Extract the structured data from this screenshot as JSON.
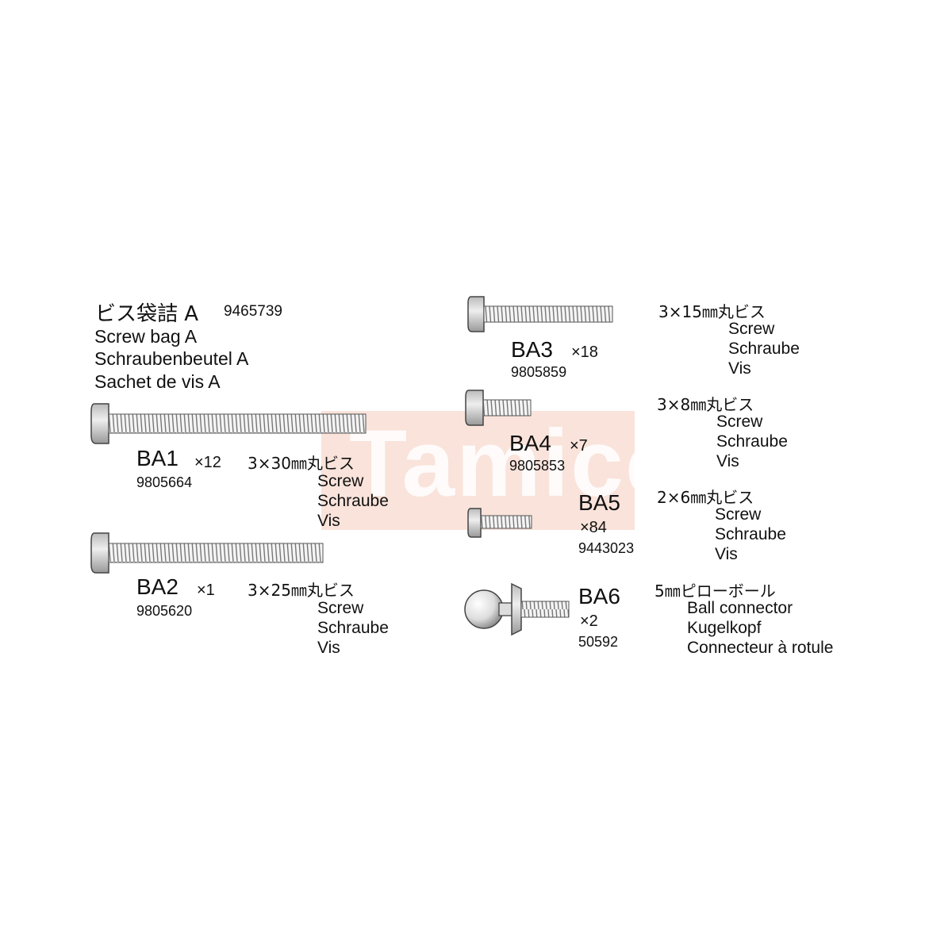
{
  "watermark": {
    "text": "Tamico"
  },
  "header": {
    "jp": "ビス袋詰 A",
    "code": "9465739",
    "en": "Screw bag A",
    "de": "Schraubenbeutel A",
    "fr": "Sachet de vis A"
  },
  "parts": {
    "ba1": {
      "code": "BA1",
      "qty": "×12",
      "number": "9805664",
      "desc_jp": "3×30㎜丸ビス",
      "en": "Screw",
      "de": "Schraube",
      "fr": "Vis"
    },
    "ba2": {
      "code": "BA2",
      "qty": "×1",
      "number": "9805620",
      "desc_jp": "3×25㎜丸ビス",
      "en": "Screw",
      "de": "Schraube",
      "fr": "Vis"
    },
    "ba3": {
      "code": "BA3",
      "qty": "×18",
      "number": "9805859",
      "desc_jp": "3×15㎜丸ビス",
      "en": "Screw",
      "de": "Schraube",
      "fr": "Vis"
    },
    "ba4": {
      "code": "BA4",
      "qty": "×7",
      "number": "9805853",
      "desc_jp": "3×8㎜丸ビス",
      "en": "Screw",
      "de": "Schraube",
      "fr": "Vis"
    },
    "ba5": {
      "code": "BA5",
      "qty": "×84",
      "number": "9443023",
      "desc_jp": "2×6㎜丸ビス",
      "en": "Screw",
      "de": "Schraube",
      "fr": "Vis"
    },
    "ba6": {
      "code": "BA6",
      "qty": "×2",
      "number": "50592",
      "desc_jp": "5㎜ピローボール",
      "en": "Ball connector",
      "de": "Kugelkopf",
      "fr": "Connecteur à rotule"
    }
  }
}
